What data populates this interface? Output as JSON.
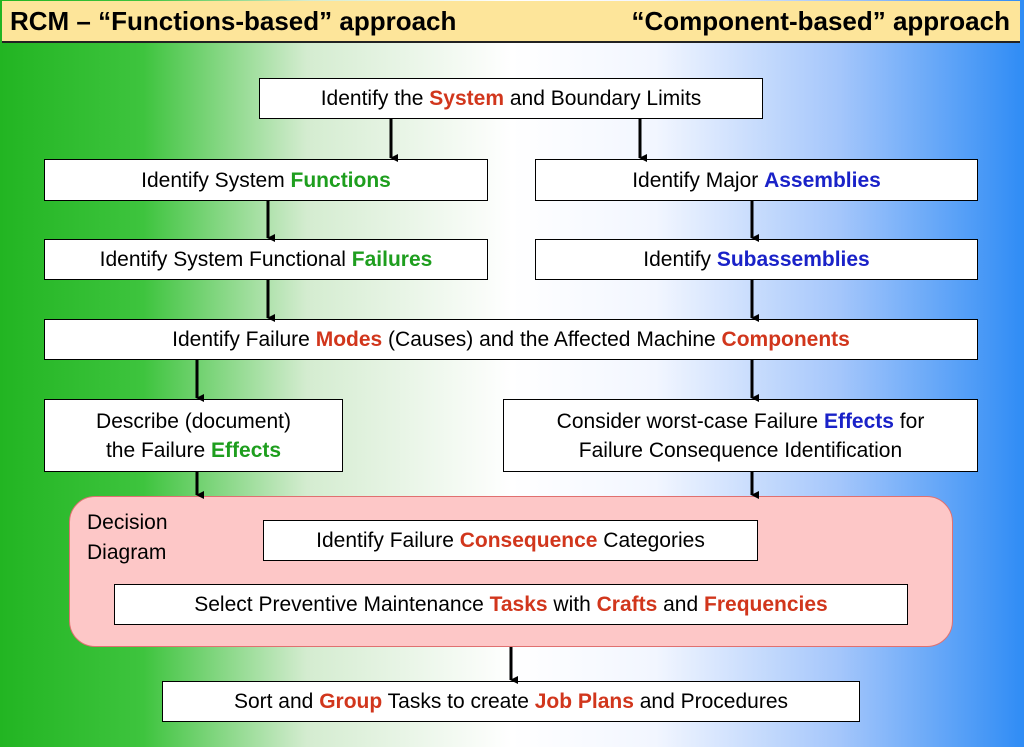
{
  "header": {
    "left": "RCM – “Functions-based” approach",
    "right": "“Component-based” approach"
  },
  "boxes": {
    "system": {
      "pre": "Identify the ",
      "em": "System",
      "post": " and Boundary Limits"
    },
    "functions": {
      "pre": "Identify System ",
      "em": "Functions"
    },
    "assemblies": {
      "pre": "Identify Major ",
      "em": "Assemblies"
    },
    "failures": {
      "pre": "Identify System Functional ",
      "em": "Failures"
    },
    "subassemblies": {
      "pre": "Identify ",
      "em": "Subassemblies"
    },
    "modes": {
      "pre": "Identify Failure ",
      "em": "Modes",
      "mid": " (Causes) and the Affected Machine ",
      "em2": "Components"
    },
    "describe": {
      "line1": "Describe (document)",
      "pre": "the Failure ",
      "em": "Effects"
    },
    "consider": {
      "pre": "Consider worst-case Failure ",
      "em": "Effects",
      "post": " for",
      "line2": "Failure Consequence Identification"
    },
    "consequence": {
      "pre": "Identify Failure ",
      "em": "Consequence",
      "post": " Categories"
    },
    "tasks": {
      "pre": "Select Preventive Maintenance ",
      "em": "Tasks",
      "mid": " with ",
      "em2": "Crafts",
      "mid2": " and ",
      "em3": "Frequencies"
    },
    "sort": {
      "pre": "Sort and ",
      "em": "Group",
      "mid": " Tasks to create ",
      "em2": "Job Plans",
      "post": " and Procedures"
    }
  },
  "decision": {
    "line1": "Decision",
    "line2": "Diagram"
  },
  "colors": {
    "header_bg": "#fde59a",
    "emphasis_red": "#d1361c",
    "emphasis_green": "#1e9e1e",
    "emphasis_blue": "#1a22c8",
    "left_gradient": "#22b522",
    "right_gradient": "#2f8cf5",
    "decision_bg": "#fdc7c7"
  }
}
